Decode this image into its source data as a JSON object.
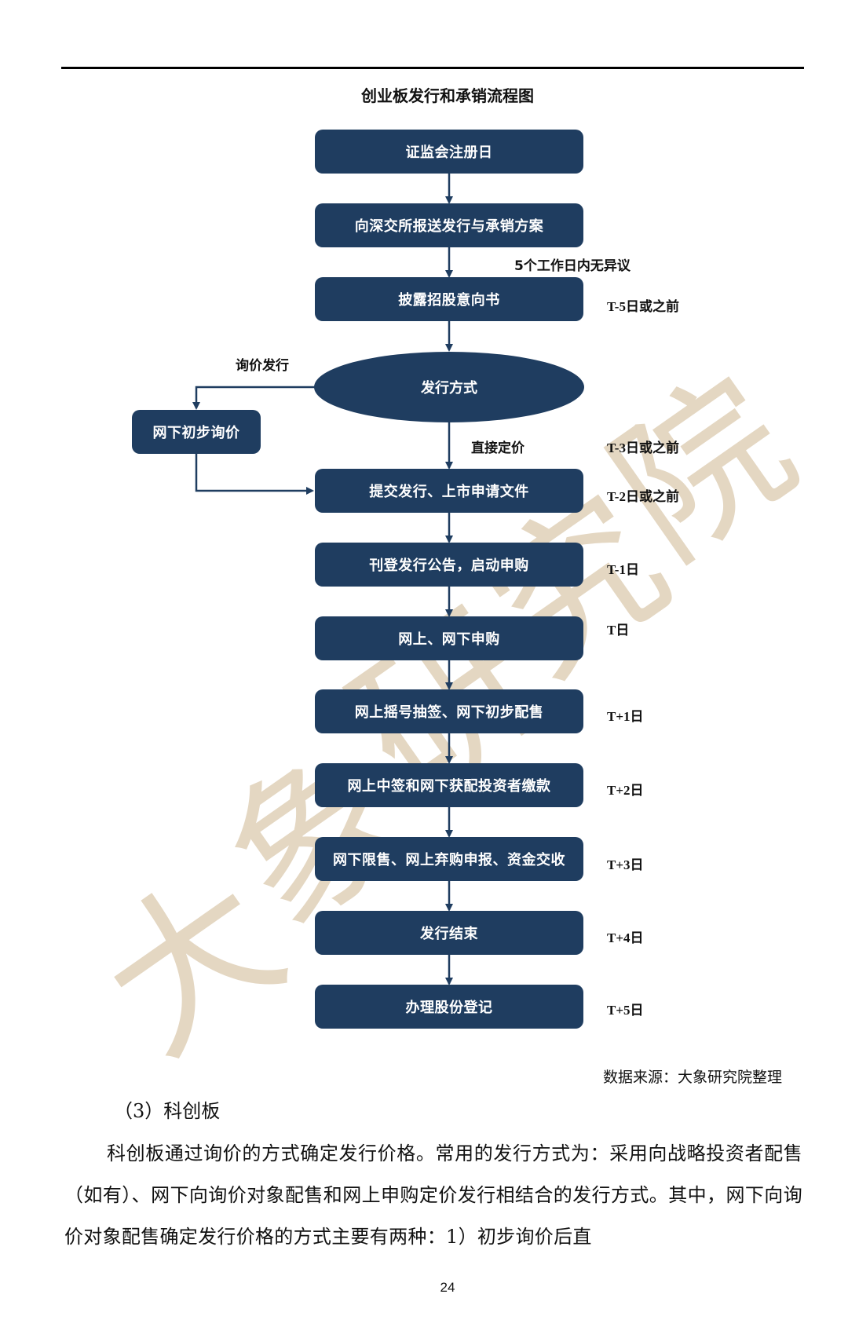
{
  "title": "创业板发行和承销流程图",
  "steps": [
    "证监会注册日",
    "向深交所报送发行与承销方案",
    "披露招股意向书",
    "提交发行、上市申请文件",
    "刊登发行公告，启动申购",
    "网上、网下申购",
    "网上摇号抽签、网下初步配售",
    "网上中签和网下获配投资者缴款",
    "网下限售、网上弃购申报、资金交收",
    "发行结束",
    "办理股份登记"
  ],
  "decision": "发行方式",
  "side_step": "网下初步询价",
  "labels": {
    "no_objection": "5个工作日内无异议",
    "inquiry": "询价发行",
    "direct": "直接定价"
  },
  "timeline": {
    "t1": "T-5日或之前",
    "t2": "T-3日或之前",
    "t3": "T-2日或之前",
    "t4": "T-1日",
    "t5": "T日",
    "t6": "T+1日",
    "t7": "T+2日",
    "t8": "T+3日",
    "t9": "T+4日",
    "t10": "T+5日"
  },
  "source": "数据来源：大象研究院整理",
  "section_heading": "（3）科创板",
  "paragraph": "科创板通过询价的方式确定发行价格。常用的发行方式为：采用向战略投资者配售（如有）、网下向询价对象配售和网上申购定价发行相结合的发行方式。其中，网下向询价对象配售确定发行价格的方式主要有两种：1）初步询价后直",
  "page_number": "24",
  "watermark": [
    "大",
    "象",
    "研",
    "究",
    "院"
  ],
  "colors": {
    "box": "#1f3d60",
    "watermark": "#c4a77a"
  }
}
